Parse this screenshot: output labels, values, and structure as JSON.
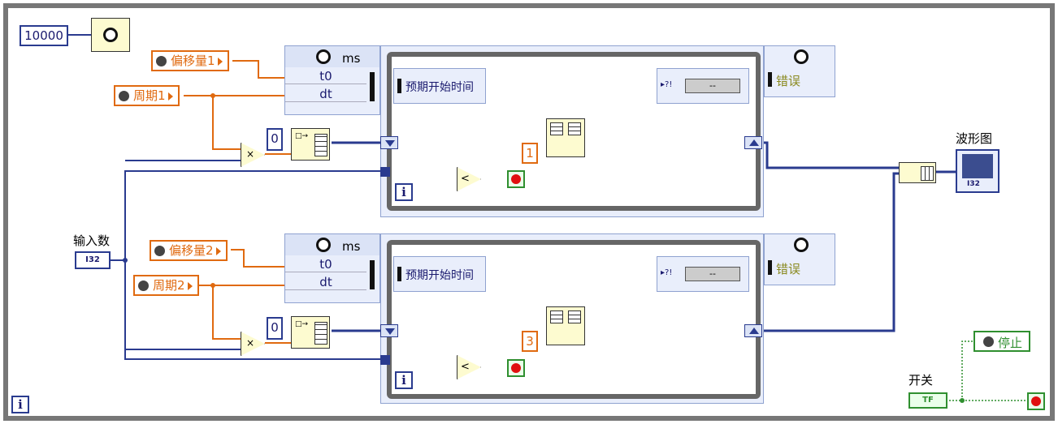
{
  "outer": {
    "timeout_value": "10000",
    "input_label": "输入数",
    "input_type": "I32",
    "switch_label": "开关",
    "switch_type": "TF",
    "stop_label": "停止",
    "graph_label": "波形图",
    "graph_type": "I32",
    "iteration_label": "i"
  },
  "loops": [
    {
      "offset_label": "偏移量1",
      "period_label": "周期1",
      "ms_label": "ms",
      "t0_label": "t0",
      "dt_label": "dt",
      "zero_const": "0",
      "expected_start_label": "预期开始时间",
      "error_label": "错误",
      "index_const": "1",
      "iteration_label": "i",
      "empty_indicator": "--"
    },
    {
      "offset_label": "偏移量2",
      "period_label": "周期2",
      "ms_label": "ms",
      "t0_label": "t0",
      "dt_label": "dt",
      "zero_const": "0",
      "expected_start_label": "预期开始时间",
      "error_label": "错误",
      "index_const": "3",
      "iteration_label": "i",
      "empty_indicator": "--"
    }
  ],
  "colors": {
    "frame_gray": "#777777",
    "wire_blue": "#2a3b8f",
    "wire_orange": "#e06a10",
    "wire_green": "#2f8f2f",
    "node_bg": "#e9eefb",
    "prim_yellow": "#fdfbd0"
  }
}
